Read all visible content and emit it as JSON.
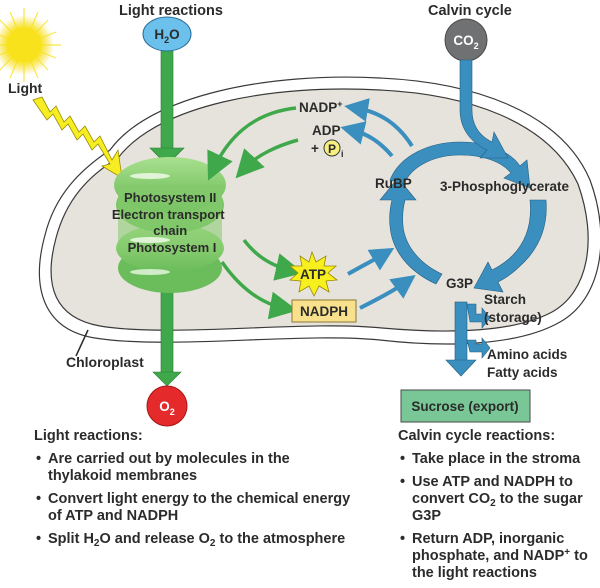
{
  "headers": {
    "light_reactions": "Light reactions",
    "calvin_cycle": "Calvin cycle"
  },
  "inputs": {
    "light": "Light",
    "water": {
      "base": "H",
      "sub": "2",
      "tail": "O"
    },
    "co2": {
      "base": "CO",
      "sub": "2"
    }
  },
  "outputs": {
    "oxygen": {
      "base": "O",
      "sub": "2"
    },
    "sucrose": "Sucrose (export)"
  },
  "structure": {
    "chloroplast": "Chloroplast",
    "thylakoid_lines": [
      "Photosystem II",
      "Electron transport",
      "chain",
      "Photosystem I"
    ]
  },
  "molecules": {
    "nadp_plus": {
      "base": "NADP",
      "sup": "+"
    },
    "adp": "ADP",
    "pi_prefix": "+",
    "pi_symbol": "P",
    "pi_sub": "i",
    "atp": "ATP",
    "nadph": "NADPH",
    "rubp": "RuBP",
    "pga": "3-Phosphoglycerate",
    "g3p": "G3P",
    "starch": [
      "Starch",
      "(storage)"
    ],
    "amino_fatty": [
      "Amino acids",
      "Fatty acids"
    ]
  },
  "light_notes": {
    "title": "Light reactions:",
    "items": [
      {
        "text": "Are carried out by molecules in the thylakoid membranes"
      },
      {
        "text": "Convert light energy to the chemical energy of ATP and NADPH"
      },
      {
        "parts": [
          "Split H",
          "2",
          "O and release O",
          "2",
          " to the atmosphere"
        ]
      }
    ]
  },
  "calvin_notes": {
    "title": "Calvin cycle reactions:",
    "items": [
      {
        "text": "Take place in the stroma"
      },
      {
        "parts": [
          "Use ATP and NADPH to convert CO",
          "2",
          " to the sugar G3P"
        ]
      },
      {
        "parts": [
          "Return ADP, inorganic phosphate, and NADP",
          "+",
          " to the light reactions"
        ]
      }
    ]
  },
  "colors": {
    "green_arrow": "#3fa84a",
    "blue_arrow": "#3b8fbf",
    "stroma": "#e6e3dc",
    "water": "#6cc0ec",
    "co2": "#707173",
    "oxygen": "#e42a2a",
    "sun": "#f8e21c",
    "atp": "#f7ef1e",
    "nadph_box": "#f9e08c",
    "sucrose_box": "#79c796",
    "thylakoid": "#8ed37a"
  }
}
